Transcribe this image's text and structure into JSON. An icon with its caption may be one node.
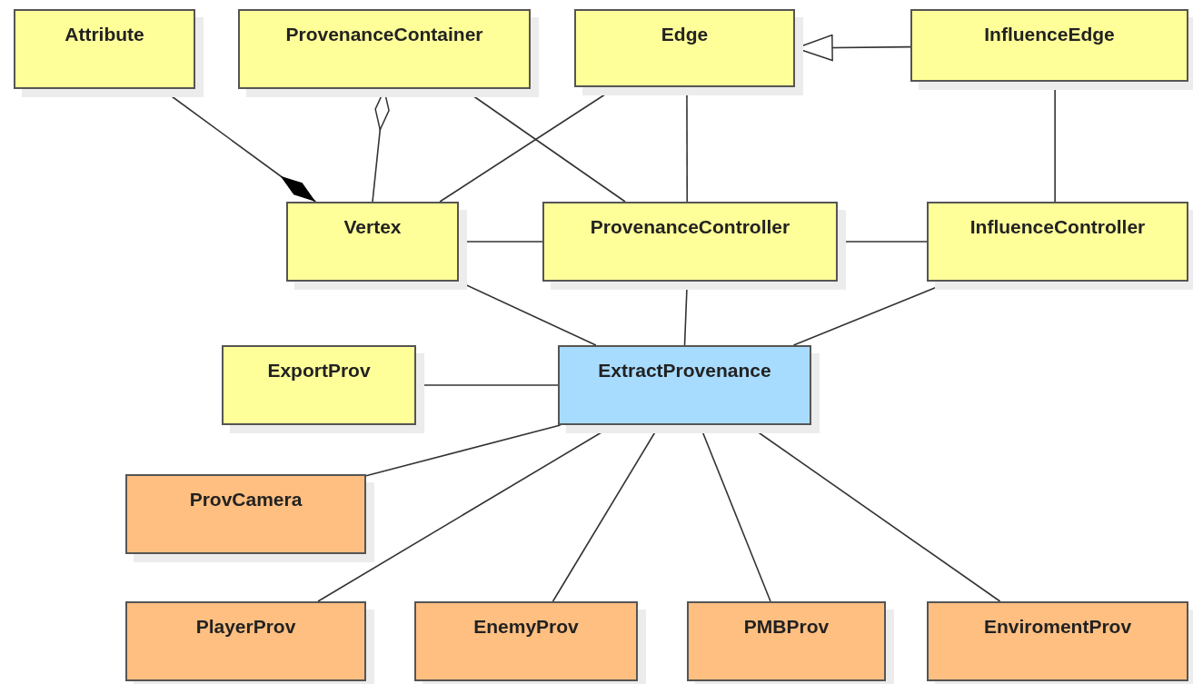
{
  "diagram": {
    "nodes": [
      {
        "text": [
          "Attribute"
        ]
      },
      {
        "text": [
          "ProvenanceContainer"
        ]
      },
      {
        "text": [
          "Edge"
        ]
      },
      {
        "text": [
          "InfluenceEdge"
        ]
      },
      {
        "text": [
          "Vertex"
        ]
      },
      {
        "text": [
          "ProvenanceController"
        ]
      },
      {
        "text": [
          "InfluenceController"
        ]
      },
      {
        "text": [
          "ExportProv"
        ]
      },
      {
        "text": [
          "ExtractProvenance"
        ]
      },
      {
        "text": [
          "ProvCamera"
        ]
      },
      {
        "text": [
          "PlayerProv"
        ]
      },
      {
        "text": [
          "EnemyProv"
        ]
      },
      {
        "text": [
          "PMBProv"
        ]
      },
      {
        "text": [
          "EnviromentProv"
        ]
      }
    ],
    "edges": [
      {
        "from": 3,
        "to": 2,
        "arrow": "to"
      },
      {
        "from": 0,
        "to": 4,
        "arrow": "other"
      },
      {
        "from": 1,
        "to": 4,
        "arrow": "other"
      },
      {
        "from": 1,
        "to": 5,
        "arrow": "none"
      },
      {
        "from": 2,
        "to": 4,
        "arrow": "none"
      },
      {
        "from": 2,
        "to": 5,
        "arrow": "none"
      },
      {
        "from": 3,
        "to": 6,
        "arrow": "none"
      },
      {
        "from": 4,
        "to": 5,
        "arrow": "none"
      },
      {
        "from": 5,
        "to": 6,
        "arrow": "none"
      },
      {
        "from": 4,
        "to": 8,
        "arrow": "none"
      },
      {
        "from": 5,
        "to": 8,
        "arrow": "none"
      },
      {
        "from": 6,
        "to": 8,
        "arrow": "none"
      },
      {
        "from": 7,
        "to": 8,
        "arrow": "none"
      },
      {
        "from": 8,
        "to": 9,
        "arrow": "none"
      },
      {
        "from": 8,
        "to": 10,
        "arrow": "none"
      },
      {
        "from": 8,
        "to": 11,
        "arrow": "none"
      },
      {
        "from": 8,
        "to": 12,
        "arrow": "none"
      },
      {
        "from": 8,
        "to": 13,
        "arrow": "none"
      }
    ]
  }
}
